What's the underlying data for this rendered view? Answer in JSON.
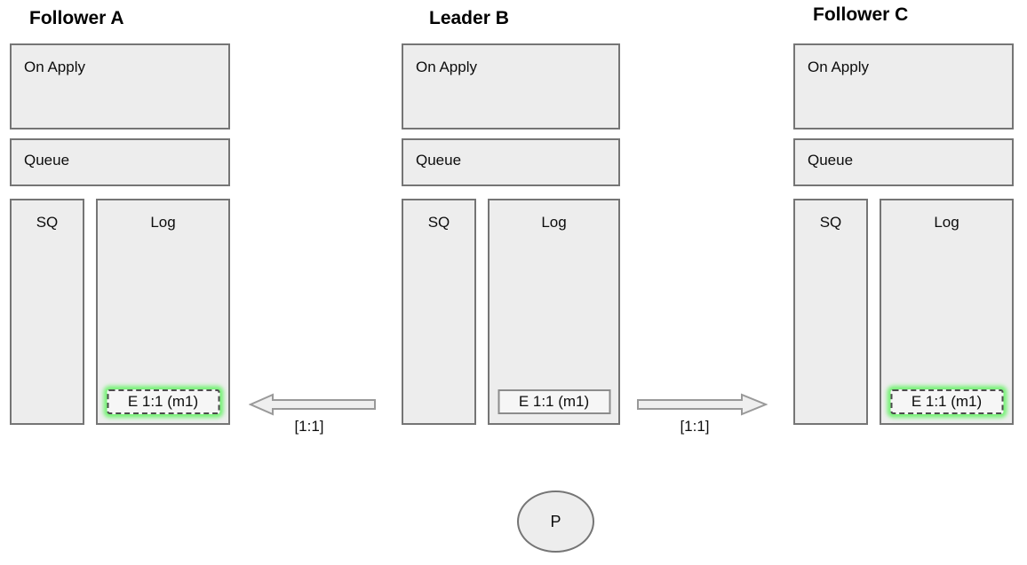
{
  "diagram": {
    "nodes": [
      {
        "id": "follower-a",
        "title": "Follower A",
        "on_apply_label": "On Apply",
        "queue_label": "Queue",
        "sq_label": "SQ",
        "log_label": "Log",
        "entry": {
          "label": "E 1:1 (m1)",
          "highlighted": true
        }
      },
      {
        "id": "leader-b",
        "title": "Leader B",
        "on_apply_label": "On Apply",
        "queue_label": "Queue",
        "sq_label": "SQ",
        "log_label": "Log",
        "entry": {
          "label": "E 1:1 (m1)",
          "highlighted": false
        }
      },
      {
        "id": "follower-c",
        "title": "Follower C",
        "on_apply_label": "On Apply",
        "queue_label": "Queue",
        "sq_label": "SQ",
        "log_label": "Log",
        "entry": {
          "label": "E 1:1 (m1)",
          "highlighted": true
        }
      }
    ],
    "arrows": [
      {
        "label": "[1:1]",
        "direction": "left"
      },
      {
        "label": "[1:1]",
        "direction": "right"
      }
    ],
    "process": {
      "label": "P"
    },
    "colors": {
      "box_fill": "#ededed",
      "box_border": "#757575",
      "entry_fill": "#f6f6f6",
      "entry_border": "#8c8c8c",
      "entry_dashed_border": "#4c4c4c",
      "glow": "#76f276",
      "arrow_fill": "#efefef",
      "arrow_border": "#999999",
      "text": "#0d0d0d"
    }
  }
}
